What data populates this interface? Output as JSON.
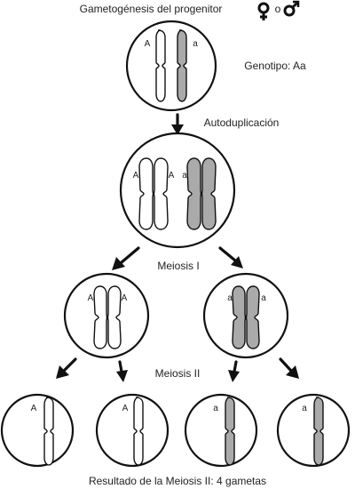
{
  "title": "Gametogénesis del progenitor",
  "title_connector": "o",
  "genotype_label": "Genotipo: Aa",
  "step_autodup": "Autoduplicación",
  "step_meiosis1": "Meiosis I",
  "step_meiosis2": "Meiosis II",
  "result_label": "Resultado de la Meiosis II: 4 gametas",
  "alleles": {
    "dominant": "A",
    "recessive": "a"
  },
  "colors": {
    "outline": "#111111",
    "recessive_fill": "#aaaaaa",
    "dominant_fill": "#ffffff"
  },
  "icons": [
    "female-symbol-icon",
    "male-symbol-icon"
  ]
}
